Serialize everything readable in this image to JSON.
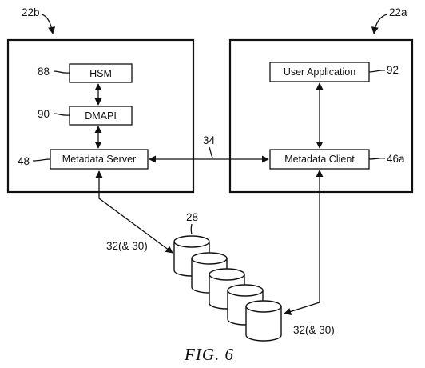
{
  "refs": {
    "node_b": "22b",
    "node_a": "22a",
    "hsm": "88",
    "dmapi": "90",
    "metadata_server": "48",
    "user_application": "92",
    "metadata_client": "46a",
    "network_link": "34",
    "storage": "28",
    "server_storage_link": "32(& 30)",
    "client_storage_link": "32(& 30)"
  },
  "boxes": {
    "hsm": "HSM",
    "dmapi": "DMAPI",
    "metadata_server": "Metadata Server",
    "user_application": "User Application",
    "metadata_client": "Metadata Client"
  },
  "caption": "FIG. 6"
}
